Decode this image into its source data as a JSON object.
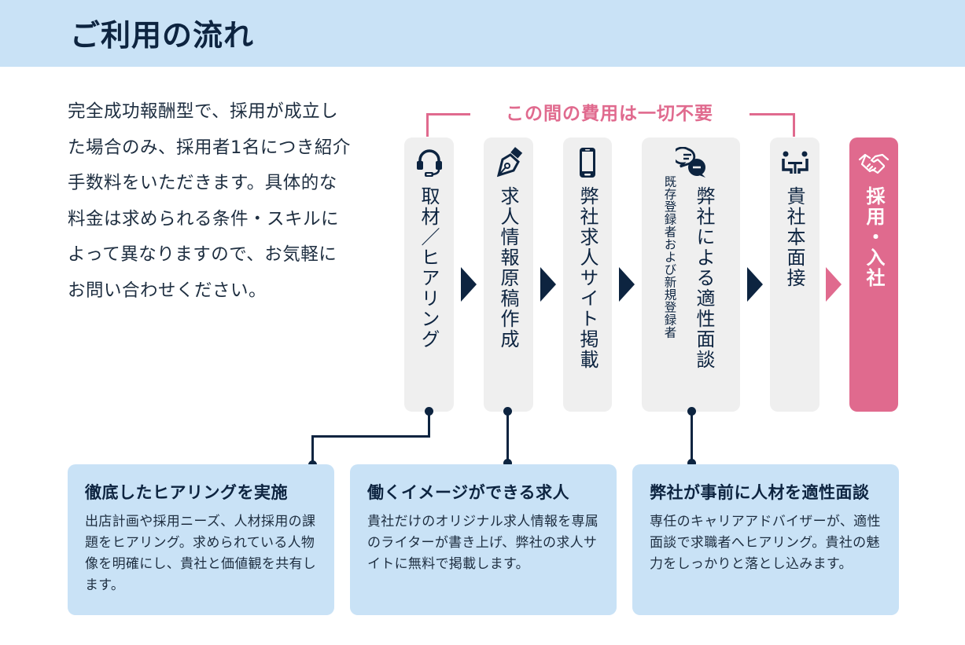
{
  "header": {
    "title": "ご利用の流れ"
  },
  "intro": {
    "text": "完全成功報酬型で、採用が成立した場合のみ、採用者1名につき紹介手数料をいただきます。具体的な料金は求められる条件・スキルによって異なりますので、お気軽にお問い合わせください。"
  },
  "free_period": {
    "label": "この間の費用は一切不要"
  },
  "colors": {
    "navy": "#0d2440",
    "pink": "#e06a8e",
    "light_blue": "#c9e2f6",
    "step_gray": "#efefef"
  },
  "steps": [
    {
      "icon": "headset-icon",
      "label": "取材／ヒアリング"
    },
    {
      "icon": "pen-nib-icon",
      "label": "求人情報原稿作成"
    },
    {
      "icon": "smartphone-icon",
      "label": "弊社求人サイト掲載"
    },
    {
      "icon": "chat-bubbles-icon",
      "label": "弊社による適性面談",
      "sublabel": "既存登録者および新規登録者"
    },
    {
      "icon": "meeting-table-icon",
      "label": "貴社本面接"
    },
    {
      "icon": "handshake-icon",
      "label": "採用・入社"
    }
  ],
  "cards": [
    {
      "title": "徹底したヒアリングを実施",
      "body": "出店計画や採用ニーズ、人材採用の課題をヒアリング。求められている人物像を明確にし、貴社と価値観を共有します。"
    },
    {
      "title": "働くイメージができる求人",
      "body": "貴社だけのオリジナル求人情報を専属のライターが書き上げ、弊社の求人サイトに無料で掲載します。"
    },
    {
      "title": "弊社が事前に人材を適性面談",
      "body": "専任のキャリアアドバイザーが、適性面談で求職者へヒアリング。貴社の魅力をしっかりと落とし込みます。"
    }
  ]
}
